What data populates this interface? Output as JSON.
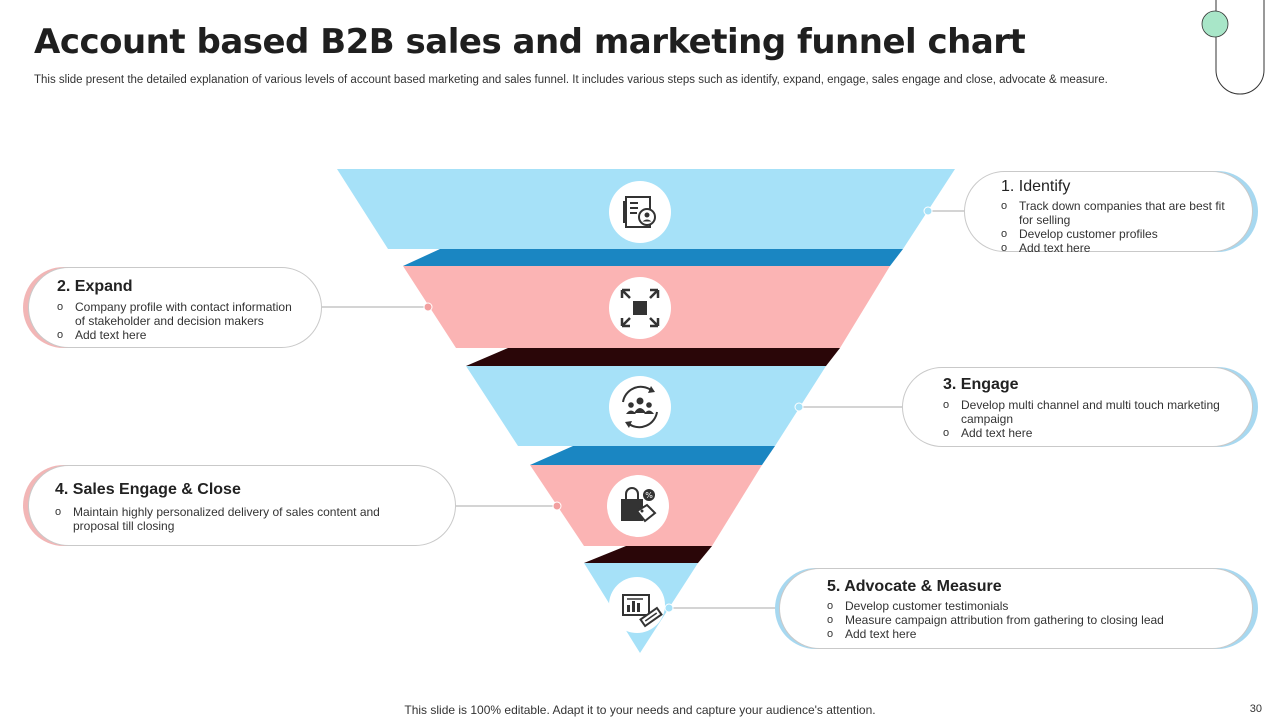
{
  "slide": {
    "title": "Account based B2B sales and marketing funnel chart",
    "subtitle": "This slide present the detailed explanation of various levels of account based marketing and sales funnel. It includes various steps such as  identify, expand, engage, sales engage and close, advocate & measure.",
    "footer": "This slide is 100% editable. Adapt it to your needs and capture your audience's attention.",
    "page_number": "30"
  },
  "colors": {
    "light_blue": "#a6e1f8",
    "dark_blue": "#1a86c2",
    "pink": "#fbb4b4",
    "dark_maroon": "#2a0608",
    "mint": "#a8e6c8"
  },
  "steps": [
    {
      "title": "1. Identify",
      "icon": "profile-document-icon",
      "bullets": [
        "Track down companies that are best fit for selling",
        "Develop customer profiles",
        "Add text here"
      ]
    },
    {
      "title": "2. Expand",
      "icon": "expand-arrows-icon",
      "bullets": [
        "Company profile with contact information of stakeholder and decision makers",
        "Add text here"
      ]
    },
    {
      "title": "3. Engage",
      "icon": "team-cycle-icon",
      "bullets": [
        "Develop multi channel and multi touch marketing campaign",
        "Add text here"
      ]
    },
    {
      "title": "4. Sales Engage & Close",
      "icon": "shopping-bag-tag-icon",
      "bullets": [
        "Maintain highly personalized delivery of sales content and proposal till closing"
      ]
    },
    {
      "title": "5. Advocate & Measure",
      "icon": "chart-document-icon",
      "bullets": [
        "Develop customer testimonials",
        "Measure campaign attribution from gathering to closing lead",
        "Add text here"
      ]
    }
  ]
}
